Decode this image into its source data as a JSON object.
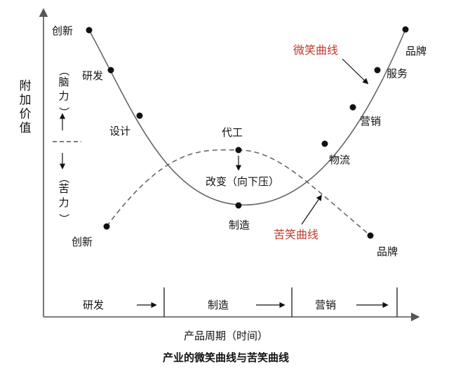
{
  "y_axis_label": "附加价值",
  "brain_label": "（脑力）",
  "bitter_label": "（苦力）",
  "x_axis_label": "产品周期（时间）",
  "caption": "产业的微笑曲线与苦笑曲线",
  "smile_curve": {
    "name": "微笑曲线",
    "color": "#c0392b",
    "points": [
      "创新",
      "研发",
      "设计",
      "制造",
      "物流",
      "营销",
      "服务",
      "品牌"
    ]
  },
  "bitter_curve": {
    "name": "苦笑曲线",
    "color": "#c0392b",
    "points": [
      "创新",
      "代工",
      "品牌"
    ]
  },
  "press_note": "改变（向下压）",
  "stages": [
    "研发",
    "制造",
    "营销"
  ]
}
